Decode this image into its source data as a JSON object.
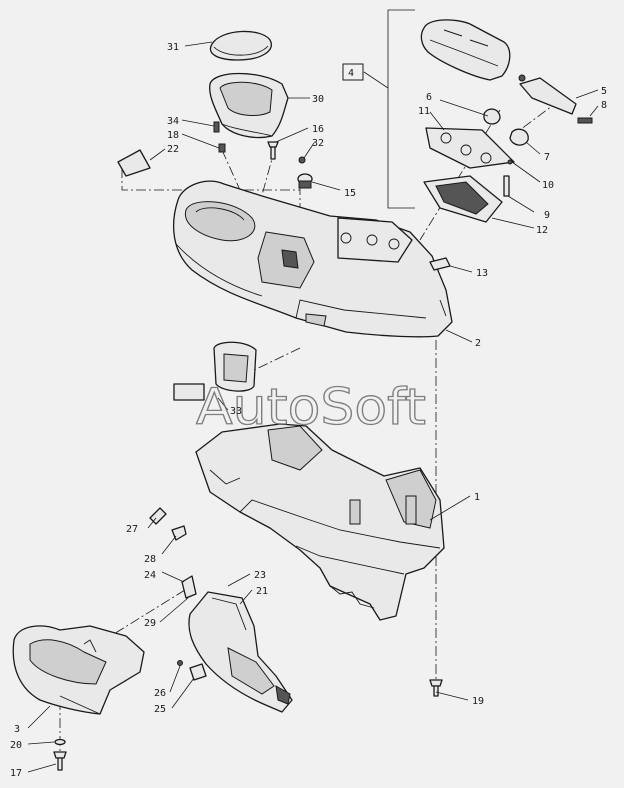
{
  "watermark": "AutoSoft",
  "callouts": [
    {
      "id": "c31",
      "text": "31"
    },
    {
      "id": "c30",
      "text": "30"
    },
    {
      "id": "c34",
      "text": "34"
    },
    {
      "id": "c18",
      "text": "18"
    },
    {
      "id": "c22",
      "text": "22"
    },
    {
      "id": "c16",
      "text": "16"
    },
    {
      "id": "c32",
      "text": "32"
    },
    {
      "id": "c15",
      "text": "15"
    },
    {
      "id": "c4",
      "text": "4"
    },
    {
      "id": "c5",
      "text": "5"
    },
    {
      "id": "c8",
      "text": "8"
    },
    {
      "id": "c6",
      "text": "6"
    },
    {
      "id": "c11",
      "text": "11"
    },
    {
      "id": "c7",
      "text": "7"
    },
    {
      "id": "c10",
      "text": "10"
    },
    {
      "id": "c9",
      "text": "9"
    },
    {
      "id": "c12",
      "text": "12"
    },
    {
      "id": "c13",
      "text": "13"
    },
    {
      "id": "c2",
      "text": "2"
    },
    {
      "id": "c33",
      "text": "33"
    },
    {
      "id": "c1",
      "text": "1"
    },
    {
      "id": "c27",
      "text": "27"
    },
    {
      "id": "c28",
      "text": "28"
    },
    {
      "id": "c24",
      "text": "24"
    },
    {
      "id": "c23",
      "text": "23"
    },
    {
      "id": "c21",
      "text": "21"
    },
    {
      "id": "c29",
      "text": "29"
    },
    {
      "id": "c26",
      "text": "26"
    },
    {
      "id": "c25",
      "text": "25"
    },
    {
      "id": "c3",
      "text": "3"
    },
    {
      "id": "c20",
      "text": "20"
    },
    {
      "id": "c17",
      "text": "17"
    },
    {
      "id": "c19",
      "text": "19"
    }
  ]
}
